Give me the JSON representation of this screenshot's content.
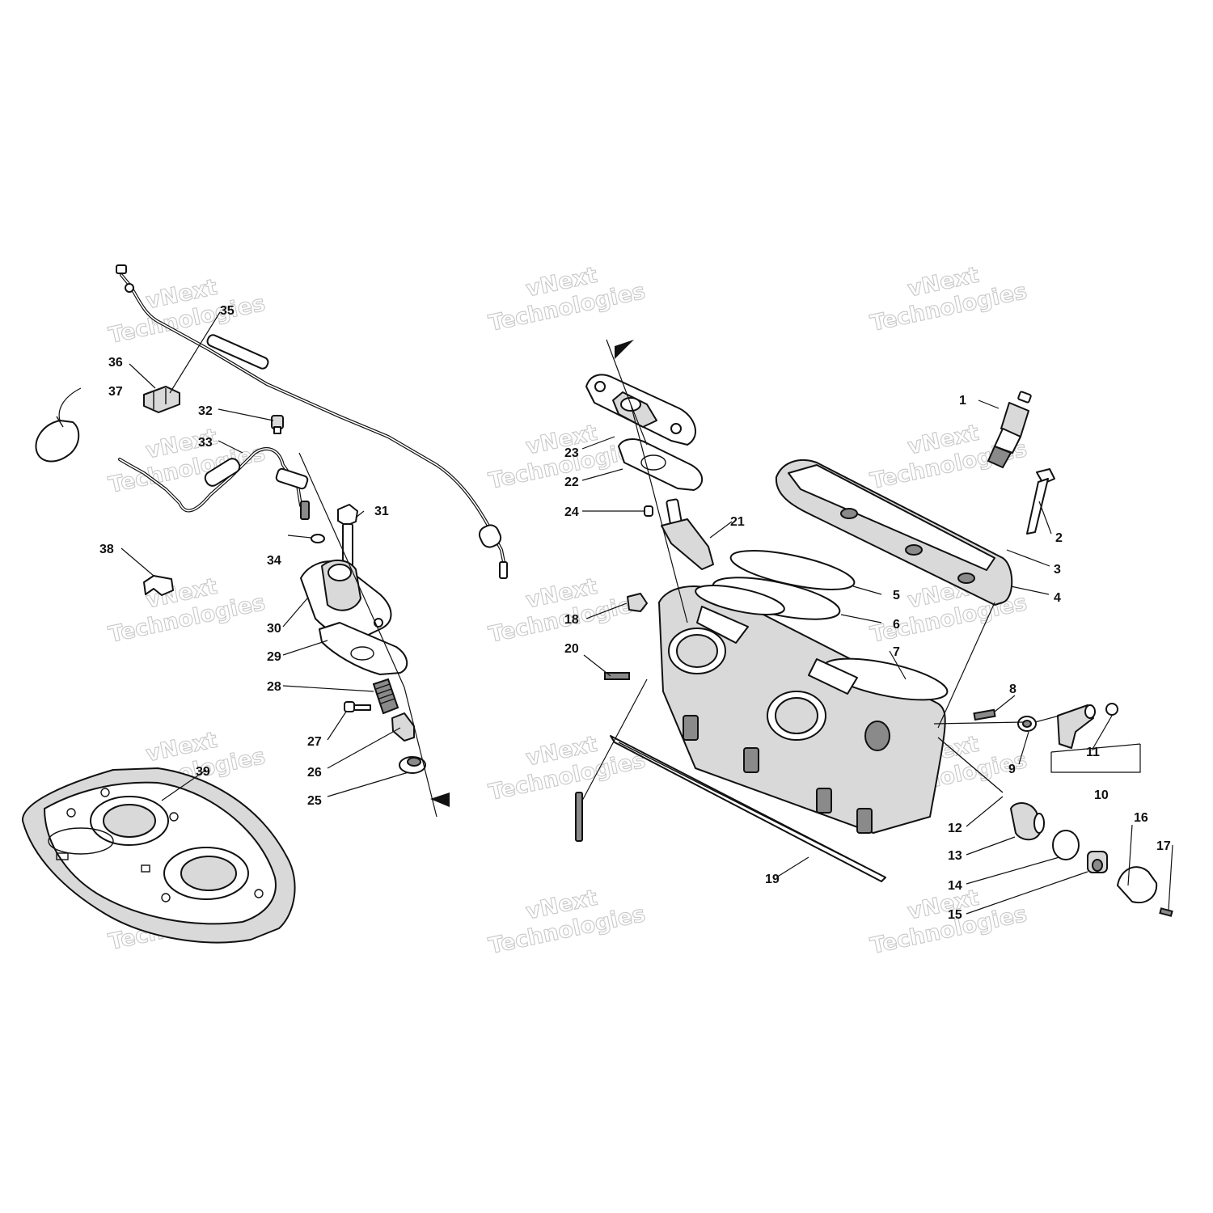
{
  "watermark": {
    "line1": "vNext",
    "line2": "Technologies"
  },
  "callouts": [
    {
      "id": "1",
      "label": "1"
    },
    {
      "id": "2",
      "label": "2"
    },
    {
      "id": "3",
      "label": "3"
    },
    {
      "id": "4",
      "label": "4"
    },
    {
      "id": "5",
      "label": "5"
    },
    {
      "id": "6",
      "label": "6"
    },
    {
      "id": "7",
      "label": "7"
    },
    {
      "id": "8",
      "label": "8"
    },
    {
      "id": "9",
      "label": "9"
    },
    {
      "id": "10",
      "label": "10"
    },
    {
      "id": "11",
      "label": "11"
    },
    {
      "id": "12",
      "label": "12"
    },
    {
      "id": "13",
      "label": "13"
    },
    {
      "id": "14",
      "label": "14"
    },
    {
      "id": "15",
      "label": "15"
    },
    {
      "id": "16",
      "label": "16"
    },
    {
      "id": "17",
      "label": "17"
    },
    {
      "id": "18",
      "label": "18"
    },
    {
      "id": "19",
      "label": "19"
    },
    {
      "id": "20",
      "label": "20"
    },
    {
      "id": "21",
      "label": "21"
    },
    {
      "id": "22",
      "label": "22"
    },
    {
      "id": "23",
      "label": "23"
    },
    {
      "id": "24",
      "label": "24"
    },
    {
      "id": "25",
      "label": "25"
    },
    {
      "id": "26",
      "label": "26"
    },
    {
      "id": "27",
      "label": "27"
    },
    {
      "id": "28",
      "label": "28"
    },
    {
      "id": "29",
      "label": "29"
    },
    {
      "id": "30",
      "label": "30"
    },
    {
      "id": "31",
      "label": "31"
    },
    {
      "id": "32",
      "label": "32"
    },
    {
      "id": "33",
      "label": "33"
    },
    {
      "id": "34",
      "label": "34"
    },
    {
      "id": "35",
      "label": "35"
    },
    {
      "id": "36",
      "label": "36"
    },
    {
      "id": "37",
      "label": "37"
    },
    {
      "id": "38",
      "label": "38"
    },
    {
      "id": "39",
      "label": "39"
    }
  ]
}
